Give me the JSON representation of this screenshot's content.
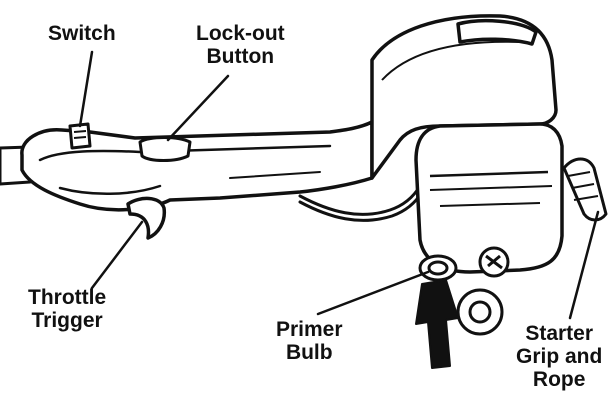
{
  "diagram": {
    "line_color": "#111111",
    "fill_color": "#ffffff",
    "labels": {
      "switch": "Switch",
      "lockout_line1": "Lock-out",
      "lockout_line2": "Button",
      "throttle_line1": "Throttle",
      "throttle_line2": "Trigger",
      "primer_line1": "Primer",
      "primer_line2": "Bulb",
      "starter_line1": "Starter",
      "starter_line2": "Grip and",
      "starter_line3": "Rope"
    }
  }
}
